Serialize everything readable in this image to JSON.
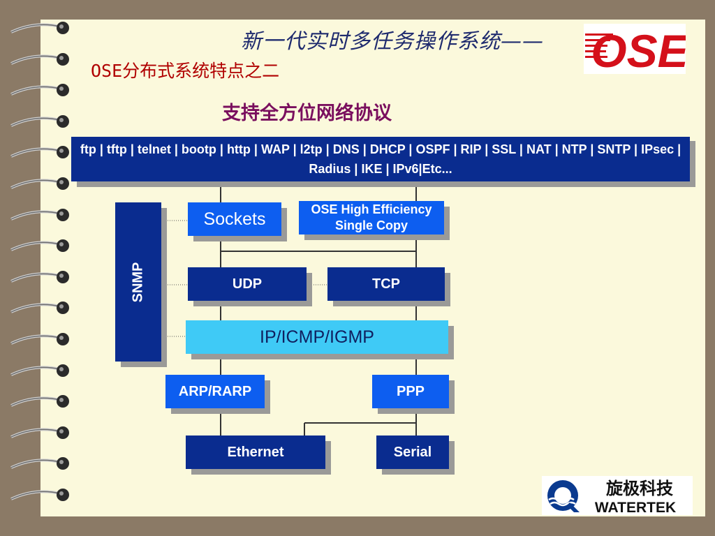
{
  "header": {
    "title": "新一代实时多任务操作系统——",
    "subtitle": "OSE分布式系统特点之二",
    "heading": "支持全方位网络协议",
    "logo_text": "OSE"
  },
  "diagram": {
    "protocols": "ftp | tftp | telnet | bootp | http | WAP | l2tp | DNS | DHCP | OSPF | RIP | SSL | NAT | NTP | SNTP | IPsec | Radius | IKE | IPv6|Etc...",
    "snmp": "SNMP",
    "sockets": "Sockets",
    "ose_copy": "OSE High Efficiency Single Copy",
    "udp": "UDP",
    "tcp": "TCP",
    "ip": "IP/ICMP/IGMP",
    "arp": "ARP/RARP",
    "ppp": "PPP",
    "ethernet": "Ethernet",
    "serial": "Serial"
  },
  "footer_logo": {
    "cn": "旋极科技",
    "en": "WATERTEK"
  },
  "colors": {
    "dark_box": "#0a2c8f",
    "mid_box": "#0d5ef0",
    "light_box": "#3fcaf6",
    "title": "#1f2b6e",
    "subtitle": "#b00000",
    "heading": "#7a0f5e"
  }
}
